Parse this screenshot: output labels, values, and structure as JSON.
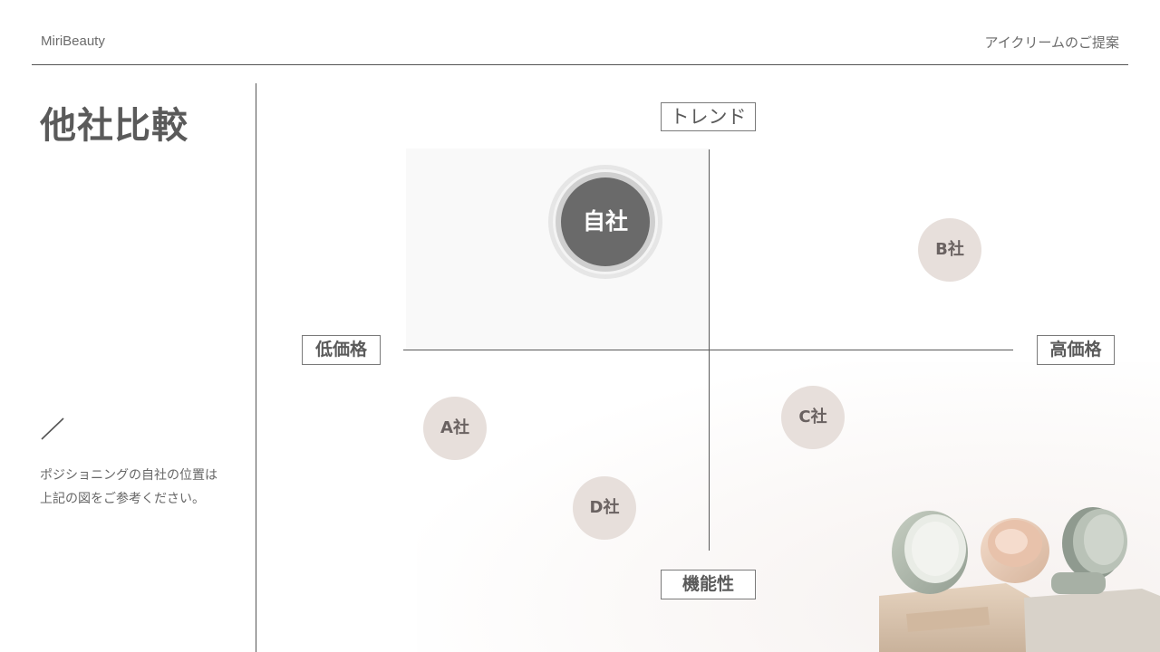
{
  "header": {
    "brand": "MiriBeauty",
    "proposal": "アイクリームのご提案"
  },
  "title": "他社比較",
  "note": "ポジショニングの自社の位置は上記の図をご参考ください。",
  "positioning_map": {
    "axes": {
      "top": "トレンド",
      "bottom": "機能性",
      "left": "低価格",
      "right": "高価格"
    },
    "companies": {
      "self": "自社",
      "a": "A社",
      "b": "B社",
      "c": "C社",
      "d": "D社"
    }
  },
  "colors": {
    "text": "#555555",
    "self_bubble": "#6a6a6a",
    "competitor_bubble": "#e7dfdb",
    "highlight_quadrant": "#f9f9f9"
  },
  "icons": {
    "divider_mark": "slash-icon",
    "photo": "cosmetic-jars-photo"
  }
}
